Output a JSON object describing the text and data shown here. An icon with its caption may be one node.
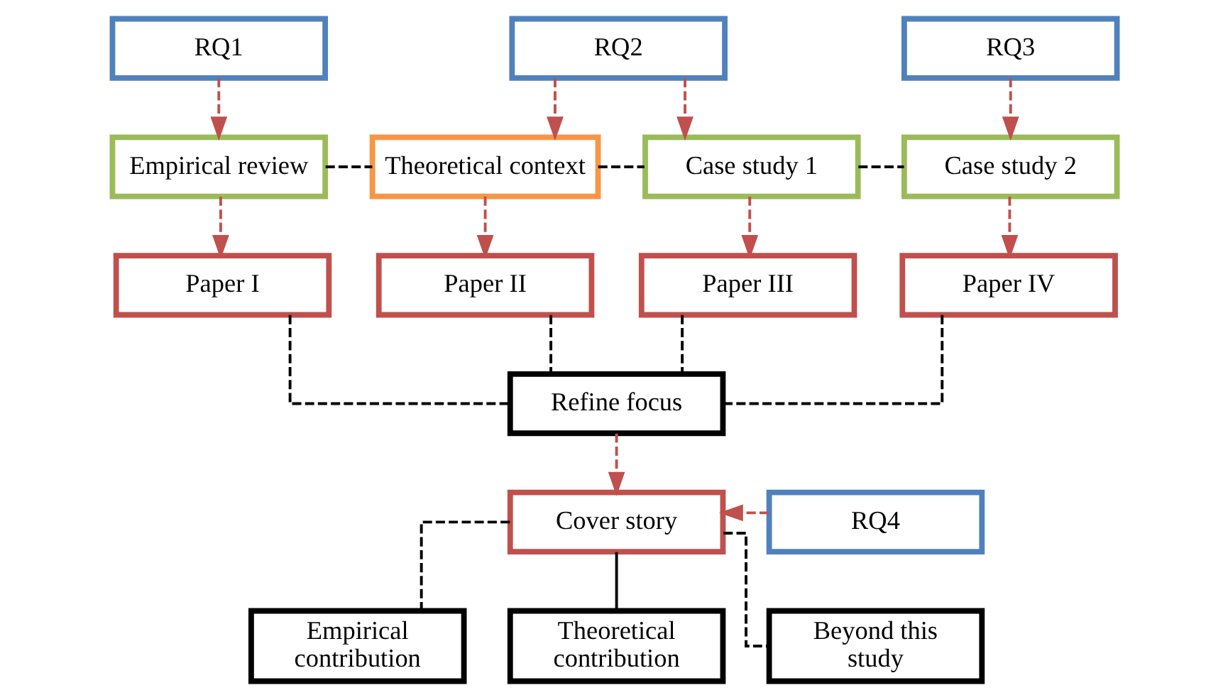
{
  "diagram": {
    "nodes": [
      {
        "text": [
          "RQ1"
        ]
      },
      {
        "text": [
          "RQ2"
        ]
      },
      {
        "text": [
          "RQ3"
        ]
      },
      {
        "text": [
          "Empirical review"
        ]
      },
      {
        "text": [
          "Theoretical context"
        ]
      },
      {
        "text": [
          "Case study 1"
        ]
      },
      {
        "text": [
          "Case study 2"
        ]
      },
      {
        "text": [
          "Paper I"
        ]
      },
      {
        "text": [
          "Paper II"
        ]
      },
      {
        "text": [
          "Paper III"
        ]
      },
      {
        "text": [
          "Paper IV"
        ]
      },
      {
        "text": [
          "Refine focus"
        ]
      },
      {
        "text": [
          "Cover story"
        ]
      },
      {
        "text": [
          "RQ4"
        ]
      },
      {
        "text": [
          "Empirical contribution"
        ]
      },
      {
        "text": [
          "Theoretical contribution"
        ]
      },
      {
        "text": [
          "Beyond this study"
        ]
      }
    ],
    "edges": [
      {
        "from": 0,
        "to": 3,
        "arrow": "to",
        "style": "dashed",
        "color": "#c0504d"
      },
      {
        "from": 1,
        "to": 4,
        "arrow": "to",
        "style": "dashed",
        "color": "#c0504d"
      },
      {
        "from": 1,
        "to": 5,
        "arrow": "to",
        "style": "dashed",
        "color": "#c0504d"
      },
      {
        "from": 2,
        "to": 6,
        "arrow": "to",
        "style": "dashed",
        "color": "#c0504d"
      },
      {
        "from": 3,
        "to": 4,
        "arrow": "none",
        "style": "dashed",
        "color": "#000000"
      },
      {
        "from": 4,
        "to": 5,
        "arrow": "none",
        "style": "dashed",
        "color": "#000000"
      },
      {
        "from": 5,
        "to": 6,
        "arrow": "none",
        "style": "dashed",
        "color": "#000000"
      },
      {
        "from": 3,
        "to": 7,
        "arrow": "to",
        "style": "dashed",
        "color": "#c0504d"
      },
      {
        "from": 4,
        "to": 8,
        "arrow": "to",
        "style": "dashed",
        "color": "#c0504d"
      },
      {
        "from": 5,
        "to": 9,
        "arrow": "to",
        "style": "dashed",
        "color": "#c0504d"
      },
      {
        "from": 6,
        "to": 10,
        "arrow": "to",
        "style": "dashed",
        "color": "#c0504d"
      },
      {
        "from": 7,
        "to": 11,
        "arrow": "none",
        "style": "dashed",
        "color": "#000000"
      },
      {
        "from": 8,
        "to": 11,
        "arrow": "none",
        "style": "dashed",
        "color": "#000000"
      },
      {
        "from": 9,
        "to": 11,
        "arrow": "none",
        "style": "dashed",
        "color": "#000000"
      },
      {
        "from": 10,
        "to": 11,
        "arrow": "none",
        "style": "dashed",
        "color": "#000000"
      },
      {
        "from": 11,
        "to": 12,
        "arrow": "to",
        "style": "dashed",
        "color": "#c0504d"
      },
      {
        "from": 13,
        "to": 12,
        "arrow": "to",
        "style": "dashed",
        "color": "#c0504d"
      },
      {
        "from": 12,
        "to": 14,
        "arrow": "none",
        "style": "dashed",
        "color": "#000000"
      },
      {
        "from": 12,
        "to": 15,
        "arrow": "none",
        "color": "#000000"
      },
      {
        "from": 12,
        "to": 16,
        "arrow": "none",
        "style": "dashed",
        "color": "#000000"
      }
    ]
  }
}
